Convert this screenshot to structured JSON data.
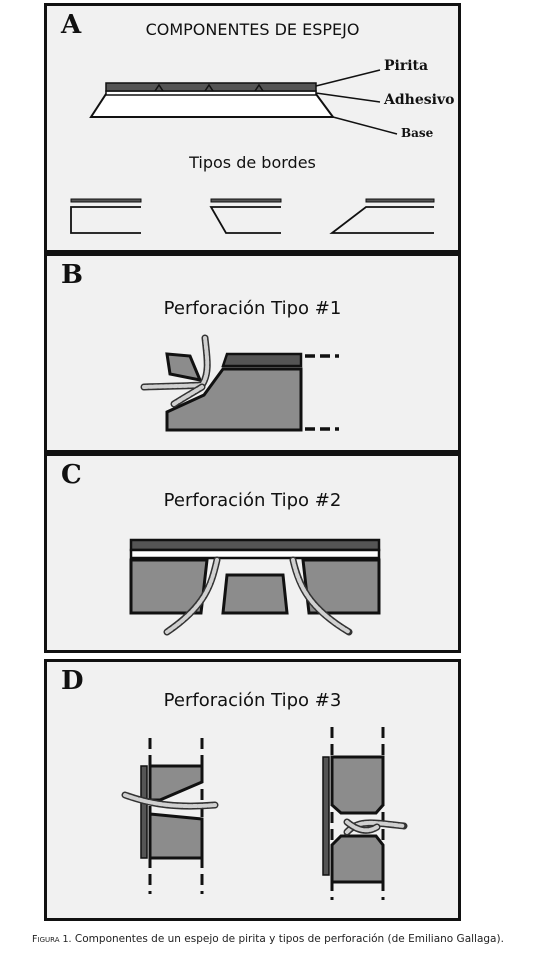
{
  "panels": [
    {
      "letter": "A",
      "title": "COMPONENTES DE ESPEJO",
      "labels": {
        "pirita": "Pirita",
        "adhesivo": "Adhesivo",
        "base": "Base"
      },
      "subtitle": "Tipos de bordes"
    },
    {
      "letter": "B",
      "title": "Perforación Tipo #1"
    },
    {
      "letter": "C",
      "title": "Perforación Tipo #2"
    },
    {
      "letter": "D",
      "title": "Perforación Tipo #3"
    }
  ],
  "caption": {
    "prefix": "Figura 1.",
    "text": "Componentes de un espejo de pirita y tipos de perforación (de Emiliano Gallaga)."
  },
  "colors": {
    "panel_bg": "#f1f1f1",
    "pyrite": "#555555",
    "base_gray": "#8c8c8c",
    "outline": "#111111",
    "cord": "#bdbdbd"
  }
}
